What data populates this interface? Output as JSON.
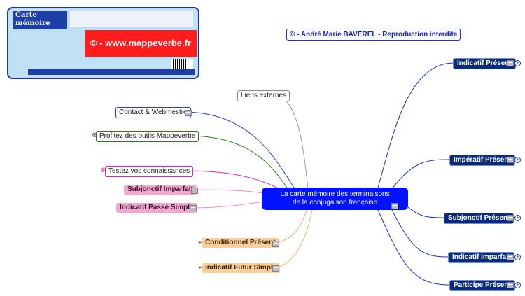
{
  "colors": {
    "center": "#0012ff",
    "right_branch": "#1a2bd6",
    "navy_node": "#0b2a7a",
    "gray_link": "#999999",
    "blue_link": "#2a3ad6",
    "green_link": "#2a7a18",
    "magenta_link": "#e020c0",
    "pink_link": "#f08cc4",
    "peach_link": "#f5b06c"
  },
  "thumbnail": {
    "title": "Carte mémoire",
    "banner": "© - www.mappeverbe.fr"
  },
  "copyright": "© - André Marie BAVEREL - Reproduction interdite",
  "center": {
    "line1": "La carte mémoire des terminaisons",
    "line2": "de la conjugaison française"
  },
  "right_nodes": [
    {
      "label": "Indicatif Présent"
    },
    {
      "label": "Impératif Présent"
    },
    {
      "label": "Subjonctif Présent"
    },
    {
      "label": "Indicatif Imparfait"
    },
    {
      "label": "Participe Présent"
    }
  ],
  "left_nodes": {
    "liens": "Liens externes",
    "contact": "Contact & Webmestre",
    "profitez": "Profitez des outils Mappeverbe",
    "testez": "Testez vos connaissances",
    "subj_imparfait": "Subjonctif Imparfait",
    "passe_simple": "Indicatif Passé Simple",
    "cond_present": "Conditionnel Présent",
    "futur_simple": "Indicatif Futur Simple"
  },
  "icons": {
    "note": "note-icon",
    "expand": "expand-circle-icon",
    "plus": "plus-icon"
  }
}
